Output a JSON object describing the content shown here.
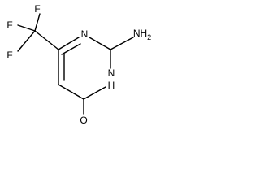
{
  "molecule": {
    "atoms": {
      "f1": "F",
      "f2": "F",
      "f3": "F",
      "n1": "N",
      "nh2": "NH",
      "nh2_sub": "2",
      "nh": "N",
      "nh_h": "H",
      "o": "O"
    },
    "colors": {
      "bond": "#000000",
      "label": "#000000",
      "background": "#ffffff"
    }
  }
}
